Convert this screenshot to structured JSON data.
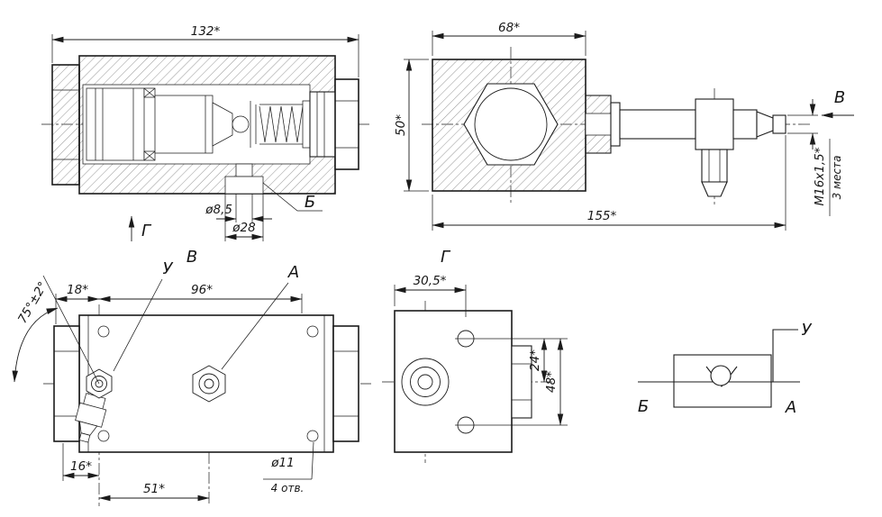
{
  "views": {
    "section": {
      "dim_length": "132*",
      "dim_small_bore": "ø8,5",
      "dim_counterbore": "ø28",
      "port_b_label": "Б",
      "view_g_arrow": "Г"
    },
    "side": {
      "dim_width": "68*",
      "dim_height": "50*",
      "dim_overall": "155*",
      "thread_spec": "М16х1,5*",
      "thread_places": "3 места",
      "view_v_arrow": "В"
    },
    "v": {
      "title": "В",
      "dim_offset": "18*",
      "dim_span": "96*",
      "dim_angle": "75°±2°",
      "port_u_label": "У",
      "port_a_label": "А",
      "dim_16": "16*",
      "dim_51": "51*",
      "hole_dia": "ø11",
      "hole_count": "4 отв."
    },
    "g": {
      "title": "Г",
      "dim_width": "30,5*",
      "dim_hole_offset": "24*",
      "dim_hole_span": "48*"
    },
    "schematic": {
      "port_b": "Б",
      "port_a": "А",
      "port_u": "У"
    }
  }
}
